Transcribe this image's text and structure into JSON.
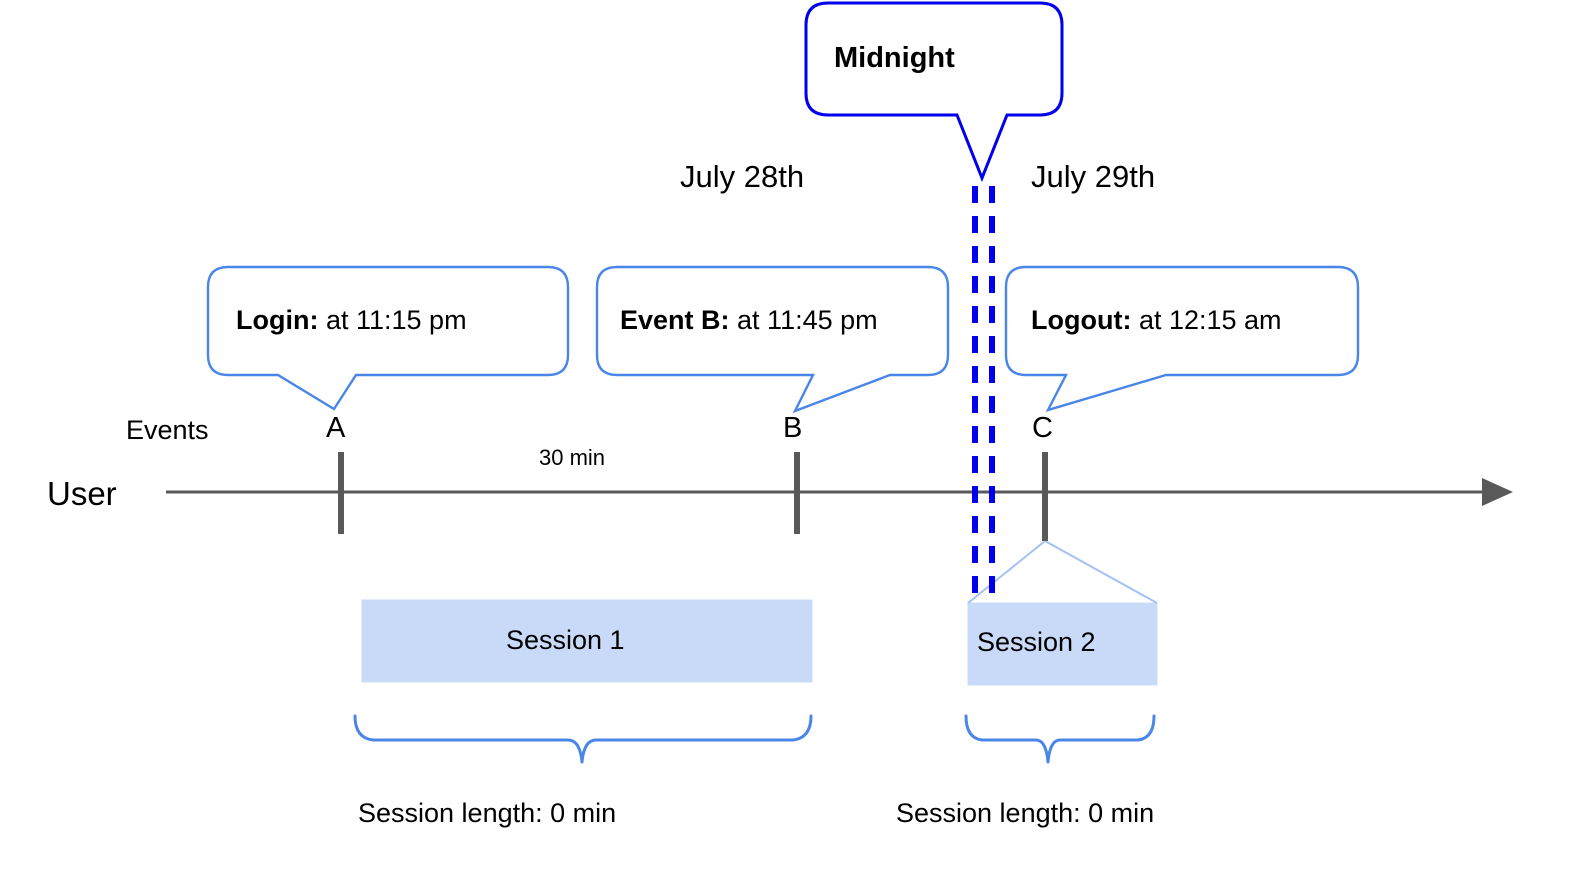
{
  "diagram": {
    "title": "User session timeline across midnight",
    "colors": {
      "midnight_blue": "#0000ee",
      "callout_blue": "#4a86e8",
      "session_fill": "#c9daf8",
      "session_edge": "#a4c2f4",
      "axis_gray": "#595959",
      "tick_gray": "#595959",
      "text_black": "#000000"
    },
    "midnight_callout": {
      "label": "Midnight"
    },
    "dates": [
      {
        "id": "date-july-28",
        "label": "July 28th"
      },
      {
        "id": "date-july-29",
        "label": "July 29th"
      }
    ],
    "event_callouts": [
      {
        "id": "callout-login",
        "bold": "Login:",
        "rest": " at 11:15 pm"
      },
      {
        "id": "callout-event-b",
        "bold": "Event B:",
        "rest": " at 11:45 pm"
      },
      {
        "id": "callout-logout",
        "bold": "Logout:",
        "rest": " at 12:15 am"
      }
    ],
    "axis": {
      "row_label": "User",
      "events_label": "Events"
    },
    "event_markers": [
      {
        "id": "marker-a",
        "label": "A"
      },
      {
        "id": "marker-b",
        "label": "B"
      },
      {
        "id": "marker-c",
        "label": "C"
      }
    ],
    "interval_label": "30 min",
    "sessions": [
      {
        "id": "session-1",
        "label": "Session 1",
        "length_label": "Session length: 0 min"
      },
      {
        "id": "session-2",
        "label": "Session 2",
        "length_label": "Session length: 0 min"
      }
    ]
  }
}
